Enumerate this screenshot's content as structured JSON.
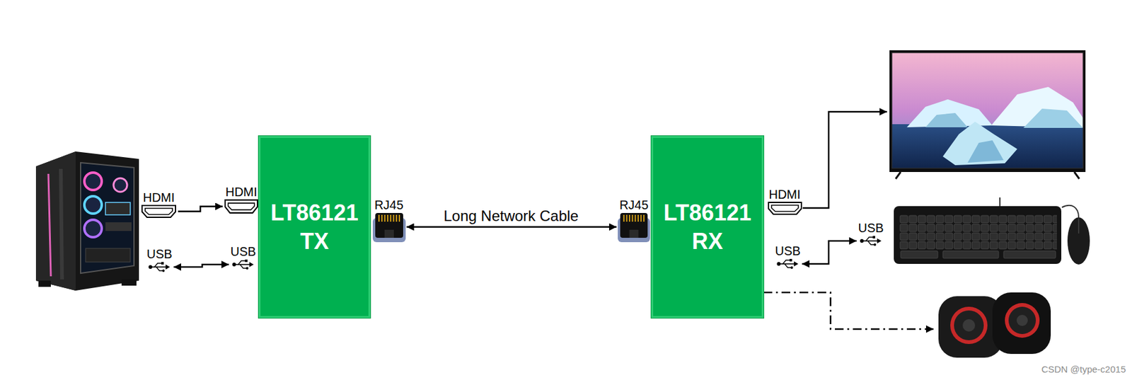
{
  "diagram": {
    "nodes": [
      {
        "text": [
          "HDMI"
        ]
      },
      {
        "text": [
          "USB"
        ]
      },
      {
        "text": [
          "HDMI"
        ]
      },
      {
        "text": [
          "USB"
        ]
      },
      {
        "text": [
          "LT86121 TX"
        ]
      },
      {
        "text": [
          "RJ45"
        ]
      },
      {
        "text": [
          "RJ45"
        ]
      },
      {
        "text": [
          "LT86121 RX"
        ]
      },
      {
        "text": [
          "HDMI"
        ]
      },
      {
        "text": [
          "USB"
        ]
      },
      {
        "text": [
          "USB"
        ]
      }
    ],
    "edges": [
      {
        "from": 0,
        "to": 2,
        "arrow": "to"
      },
      {
        "from": 1,
        "to": 3,
        "arrow": "both"
      },
      {
        "from": 5,
        "to": 6,
        "label": "Long Network Cable",
        "arrow": "both"
      },
      {
        "from": 9,
        "to": 10,
        "arrow": "both"
      }
    ],
    "labels": [
      "CSDN @type-c2015"
    ]
  }
}
